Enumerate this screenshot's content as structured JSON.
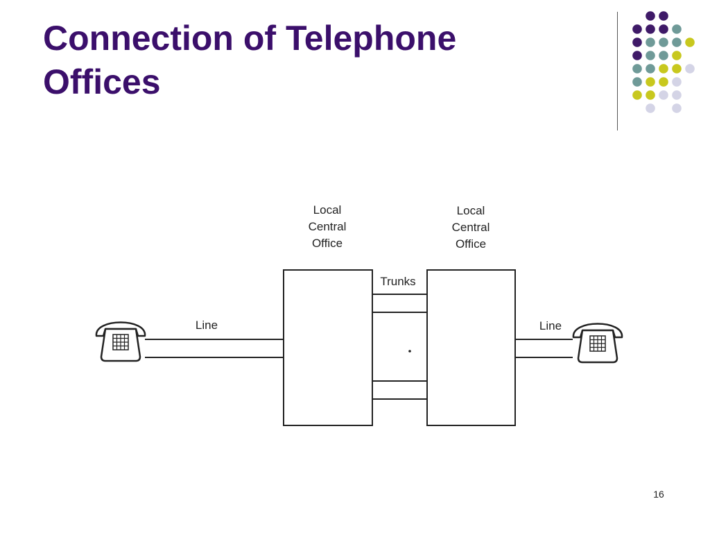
{
  "slide": {
    "title_line1": "Connection of Telephone",
    "title_line2": "Offices",
    "page_number": "16"
  },
  "colors": {
    "title": "#3b0f6b",
    "dot_purple": "#3f1a68",
    "dot_teal": "#6f9a98",
    "dot_yellow": "#c8c81e",
    "dot_lavender": "#d4d4e6",
    "diagram_stroke": "#222222"
  },
  "diagram": {
    "left_office": [
      "Local",
      "Central",
      "Office"
    ],
    "right_office": [
      "Local",
      "Central",
      "Office"
    ],
    "trunks_label": "Trunks",
    "left_line_label": "Line",
    "right_line_label": "Line",
    "phone_icon": "telephone-icon"
  }
}
